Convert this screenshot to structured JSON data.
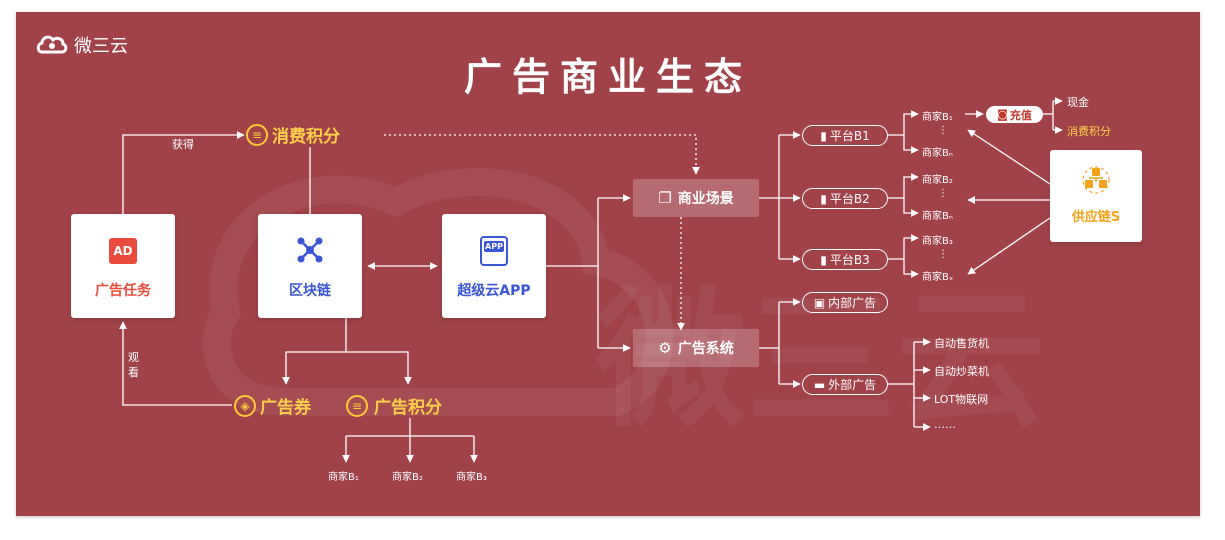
{
  "logo": {
    "text": "微三云"
  },
  "title": "广告商业生态",
  "cards": {
    "ad_task": {
      "icon_text": "AD",
      "label": "广告任务"
    },
    "blockchain": {
      "label": "区块链"
    },
    "app": {
      "icon_text": "APP",
      "label": "超级云APP"
    },
    "supply_chain": {
      "label": "供应链S"
    }
  },
  "edge_labels": {
    "obtain": "获得",
    "watch": "观看"
  },
  "points": {
    "consume_points": "消费积分",
    "ad_coupon": "广告券",
    "ad_points": "广告积分"
  },
  "bottom_merchants": [
    "商家B₁",
    "商家B₂",
    "商家B₃"
  ],
  "scenes": {
    "business": "商业场景",
    "ad_system": "广告系统"
  },
  "platforms": [
    "平台B1",
    "平台B2",
    "平台B3"
  ],
  "merchant_groups": [
    {
      "top": "商家B₁",
      "dots": "⋮",
      "bottom": "商家Bₙ"
    },
    {
      "top": "商家B₂",
      "dots": "⋮",
      "bottom": "商家Bₙ"
    },
    {
      "top": "商家B₃",
      "dots": "⋮",
      "bottom": "商家Bₓ"
    }
  ],
  "recharge": {
    "label": "充值",
    "cash": "现金",
    "points": "消费积分"
  },
  "ads": {
    "internal": "内部广告",
    "external": "外部广告"
  },
  "external_targets": [
    "自动售货机",
    "自动炒菜机",
    "LOT物联网",
    "……"
  ],
  "colors": {
    "background": "#a04248",
    "gold": "#ffd04a",
    "ad_red": "#e84a3c",
    "blue": "#3a56d4",
    "orange": "#f2a21b"
  }
}
